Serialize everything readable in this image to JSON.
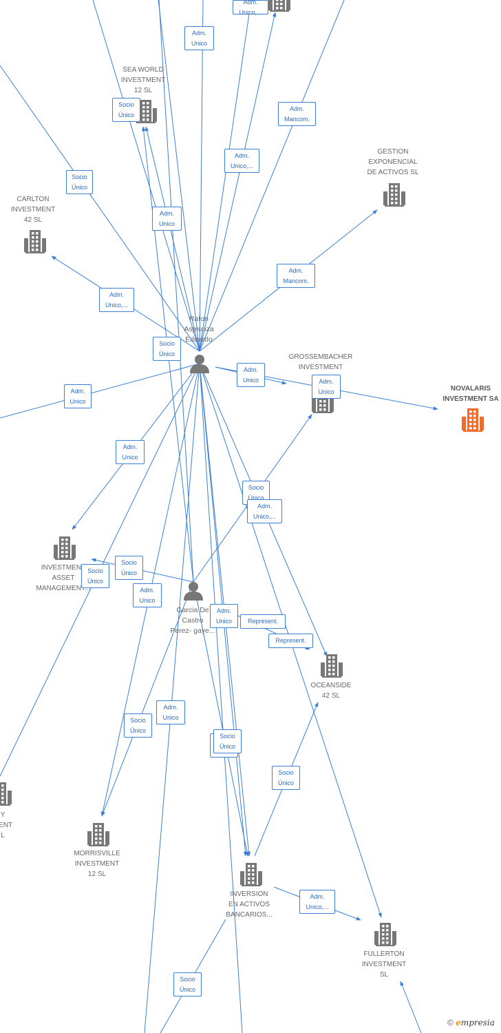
{
  "colors": {
    "edge": "#3a7fd5",
    "node": "#777777",
    "highlight": "#f26b2a",
    "label_text": "#2a6bc2"
  },
  "people": [
    {
      "id": "raton",
      "lines": [
        "Raton",
        "Aspiunza",
        "Eduardo"
      ],
      "icon": "person-icon"
    },
    {
      "id": "garcia",
      "lines": [
        "Garcia De",
        "Castro",
        "Perez- gaye..."
      ],
      "icon": "person-icon"
    }
  ],
  "companies": [
    {
      "id": "sea-world",
      "lines": [
        "SEA WORLD",
        "INVESTMENT",
        "12 SL"
      ],
      "icon": "building-icon"
    },
    {
      "id": "gestion",
      "lines": [
        "GESTION",
        "EXPONENCIAL",
        "DE ACTIVOS SL"
      ],
      "icon": "building-icon"
    },
    {
      "id": "carlton",
      "lines": [
        "CARLTON",
        "INVESTMENT",
        "42 SL"
      ],
      "icon": "building-icon"
    },
    {
      "id": "grossembacher",
      "lines": [
        "GROSSEMBACHER",
        "INVESTMENT"
      ],
      "icon": "building-icon"
    },
    {
      "id": "novalaris",
      "lines": [
        "NOVALARIS",
        "INVESTMENT SA"
      ],
      "icon": "building-icon",
      "highlight": true
    },
    {
      "id": "investment-asset",
      "lines": [
        "INVESTMENT",
        "ASSET",
        "MANAGEMENT..."
      ],
      "icon": "building-icon"
    },
    {
      "id": "oceanside",
      "lines": [
        "OCEANSIDE",
        "42 SL"
      ],
      "icon": "building-icon"
    },
    {
      "id": "left-edge",
      "lines": [
        "Y",
        "MENT",
        "L"
      ],
      "icon": "building-icon"
    },
    {
      "id": "morrisville",
      "lines": [
        "MORRISVILLE",
        "INVESTMENT",
        "12 SL"
      ],
      "icon": "building-icon"
    },
    {
      "id": "inversion",
      "lines": [
        "INVERSION",
        "EN ACTIVOS",
        "BANCARIOS..."
      ],
      "icon": "building-icon"
    },
    {
      "id": "fullerton",
      "lines": [
        "FULLERTON",
        "INVESTMENT",
        "SL"
      ],
      "icon": "building-icon"
    },
    {
      "id": "top-company",
      "lines": [],
      "icon": "building-icon"
    }
  ],
  "relation_labels": [
    [
      "Adm.",
      "Unico,..."
    ],
    [
      "Adm.",
      "Unico"
    ],
    [
      "Socio",
      "Único"
    ],
    [
      "Adm.",
      "Mancom."
    ],
    [
      "Adm.",
      "Unico,..."
    ],
    [
      "Socio",
      "Único"
    ],
    [
      "Adm.",
      "Unico"
    ],
    [
      "Adm.",
      "Mancom."
    ],
    [
      "Adm.",
      "Unico,..."
    ],
    [
      "Socio",
      "Único"
    ],
    [
      "Adm.",
      "Unico"
    ],
    [
      "Adm.",
      "Unico"
    ],
    [
      "Adm.",
      "Unico"
    ],
    [
      "Adm.",
      "Unico"
    ],
    [
      "Socio",
      "Único"
    ],
    [
      "Adm.",
      "Unico,..."
    ],
    [
      "Socio",
      "Único"
    ],
    [
      "Socio",
      "Único"
    ],
    [
      "Adm.",
      "Unico"
    ],
    [
      "Adm.",
      "Unico"
    ],
    [
      "Represent."
    ],
    [
      "Represent."
    ],
    [
      "Adm.",
      "Unico"
    ],
    [
      "Socio",
      "Único"
    ],
    [
      "Socio",
      "Único"
    ],
    [
      "Socio",
      "Único"
    ],
    [
      "Socio",
      "Único"
    ],
    [
      "Adm.",
      "Unico,..."
    ],
    [
      "Socio",
      "Único"
    ]
  ],
  "footer": {
    "copyright": "©",
    "brand_initial": "e",
    "brand_rest": "mpresia"
  }
}
